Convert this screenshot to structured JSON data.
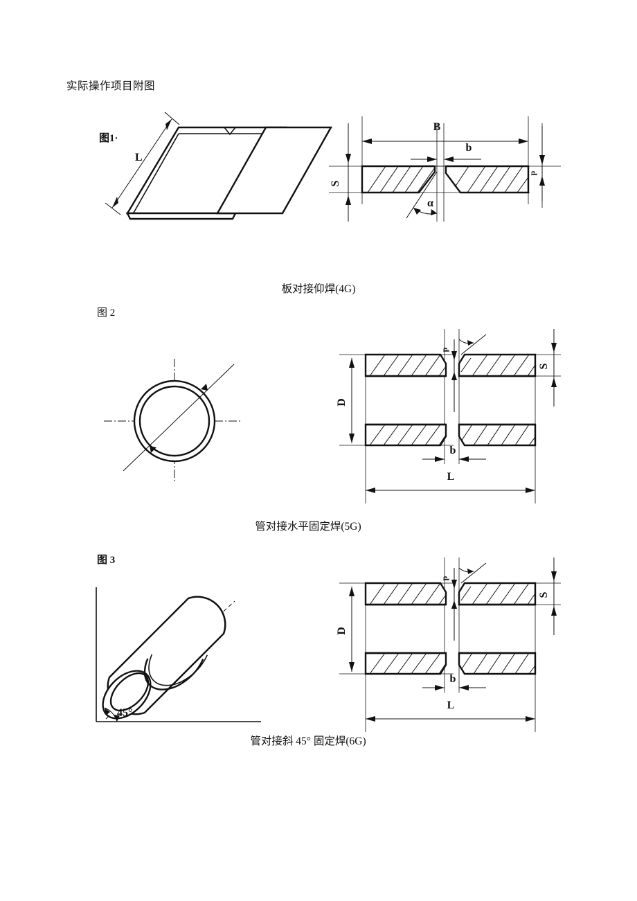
{
  "document": {
    "title": "实际操作项目附图",
    "background_color": "#ffffff",
    "ink_color": "#111111"
  },
  "figures": [
    {
      "id": "figure-1",
      "label": "图1·",
      "caption": "板对接仰焊(4G)",
      "left_view": {
        "type": "isometric-plate-pair",
        "description": "两块带坡口的钢板等轴测图",
        "dimension_labels": [
          "L"
        ]
      },
      "right_view": {
        "type": "section-butt-joint",
        "description": "板对接接头剖视图",
        "dimension_labels": [
          "B",
          "b",
          "S",
          "p",
          "α"
        ]
      }
    },
    {
      "id": "figure-2",
      "label": "图 2",
      "caption": "管对接水平固定焊(5G)",
      "left_view": {
        "type": "pipe-end-view",
        "description": "管端面同心圆视图，带中心线与斜向尺寸引线",
        "dimension_labels": []
      },
      "right_view": {
        "type": "pipe-section-butt-joint",
        "description": "管对接接头剖视图",
        "dimension_labels": [
          "D",
          "S",
          "b",
          "L",
          "p"
        ]
      }
    },
    {
      "id": "figure-3",
      "label": "图 3",
      "caption": "管对接斜 45° 固定焊(6G)",
      "left_view": {
        "type": "inclined-pipe-isometric",
        "description": "管子与水平面成45度倾斜的立体图",
        "dimension_labels": [
          "45°"
        ]
      },
      "right_view": {
        "type": "pipe-section-butt-joint",
        "description": "管对接接头剖视图",
        "dimension_labels": [
          "D",
          "S",
          "b",
          "L",
          "p"
        ]
      }
    }
  ],
  "dimension_glossary": {
    "B": "B",
    "b": "b",
    "S": "S",
    "p": "p",
    "alpha": "α",
    "L": "L",
    "D": "D",
    "angle45": "45°"
  }
}
